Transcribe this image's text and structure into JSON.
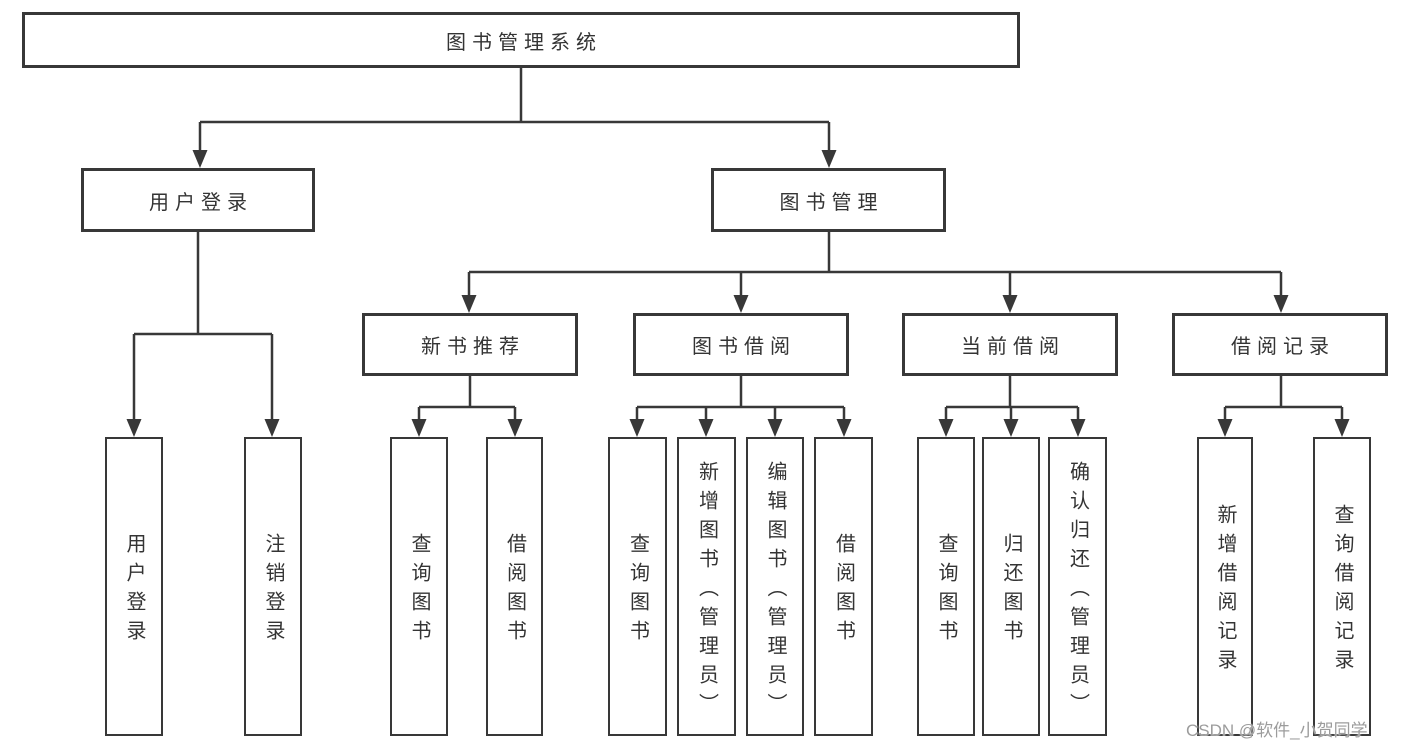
{
  "diagram": {
    "root": "图书管理系统",
    "level2": {
      "user_login": "用户登录",
      "book_mgmt": "图书管理"
    },
    "level3": {
      "new_books": "新书推荐",
      "borrow": "图书借阅",
      "current": "当前借阅",
      "records": "借阅记录"
    },
    "leaves": {
      "user_login": [
        "用户登录",
        "注销登录"
      ],
      "new_books": [
        "查询图书",
        "借阅图书"
      ],
      "borrow": [
        "查询图书",
        "新增图书（管理员）",
        "编辑图书（管理员）",
        "借阅图书"
      ],
      "current": [
        "查询图书",
        "归还图书",
        "确认归还（管理员）"
      ],
      "records": [
        "新增借阅记录",
        "查询借阅记录"
      ]
    }
  },
  "watermark": "CSDN @软件_小贺同学",
  "colors": {
    "line": "#383838",
    "box_border": "#383838",
    "text": "#343434",
    "background": "#ffffff",
    "watermark": "#9c9c9c"
  }
}
